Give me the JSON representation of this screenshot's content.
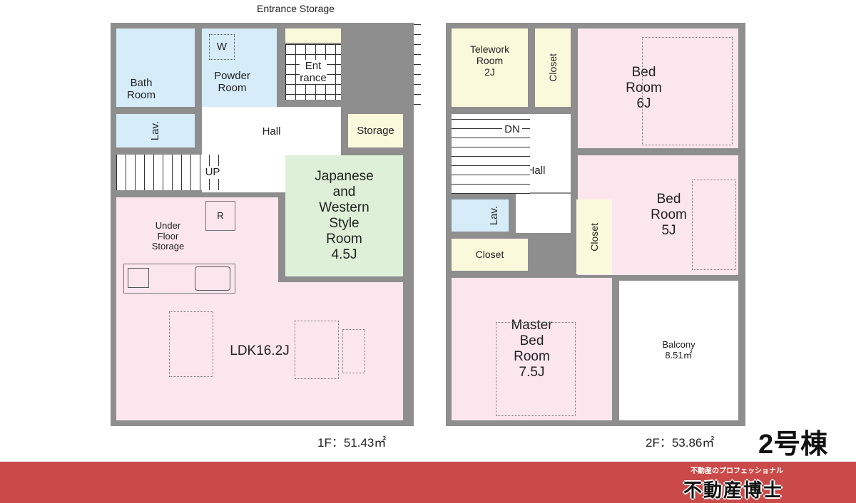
{
  "floor1": {
    "area_label": "1F：51.43㎡",
    "rooms": {
      "entrance_storage": "Entrance Storage",
      "bath": "Bath\nRoom",
      "powder": "Powder\nRoom",
      "washer": "W",
      "entrance": "Ent\nrance",
      "lav": "Lav.",
      "hall": "Hall",
      "storage": "Storage",
      "stairs": "UP",
      "japanese": "Japanese\nand\nWestern\nStyle\nRoom\n4.5J",
      "under_floor": "Under\nFloor\nStorage",
      "refrigerator": "R",
      "ldk": "LDK16.2J"
    }
  },
  "floor2": {
    "area_label": "2F：53.86㎡",
    "rooms": {
      "telework": "Telework\nRoom\n2J",
      "closet1": "Closet",
      "bed6": "Bed\nRoom\n6J",
      "stairs": "DN",
      "hall": "Hall",
      "bed5": "Bed\nRoom\n5J",
      "lav": "Lav.",
      "closet2": "Closet",
      "closet3": "Closet",
      "master": "Master\nBed\nRoom\n7.5J",
      "balcony": "Balcony\n8.51㎡"
    }
  },
  "building_label": "2号棟",
  "brand": {
    "tagline": "不動産のプロフェッショナル",
    "name": "不動産博士",
    "color": "#c94a48"
  }
}
